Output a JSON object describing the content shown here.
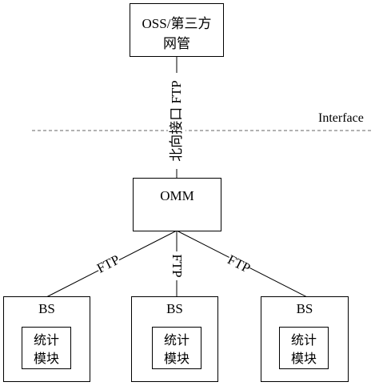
{
  "diagram": {
    "oss_box": {
      "line1": "OSS/第三方",
      "line2": "网管"
    },
    "northbound_label": "北向接口 FTP",
    "interface_label": "Interface",
    "omm_label": "OMM",
    "ftp_labels": [
      "FTP",
      "FTP",
      "FTP"
    ],
    "bs_nodes": [
      {
        "title": "BS",
        "module_line1": "统计",
        "module_line2": "模块"
      },
      {
        "title": "BS",
        "module_line1": "统计",
        "module_line2": "模块"
      },
      {
        "title": "BS",
        "module_line1": "统计",
        "module_line2": "模块"
      }
    ]
  }
}
